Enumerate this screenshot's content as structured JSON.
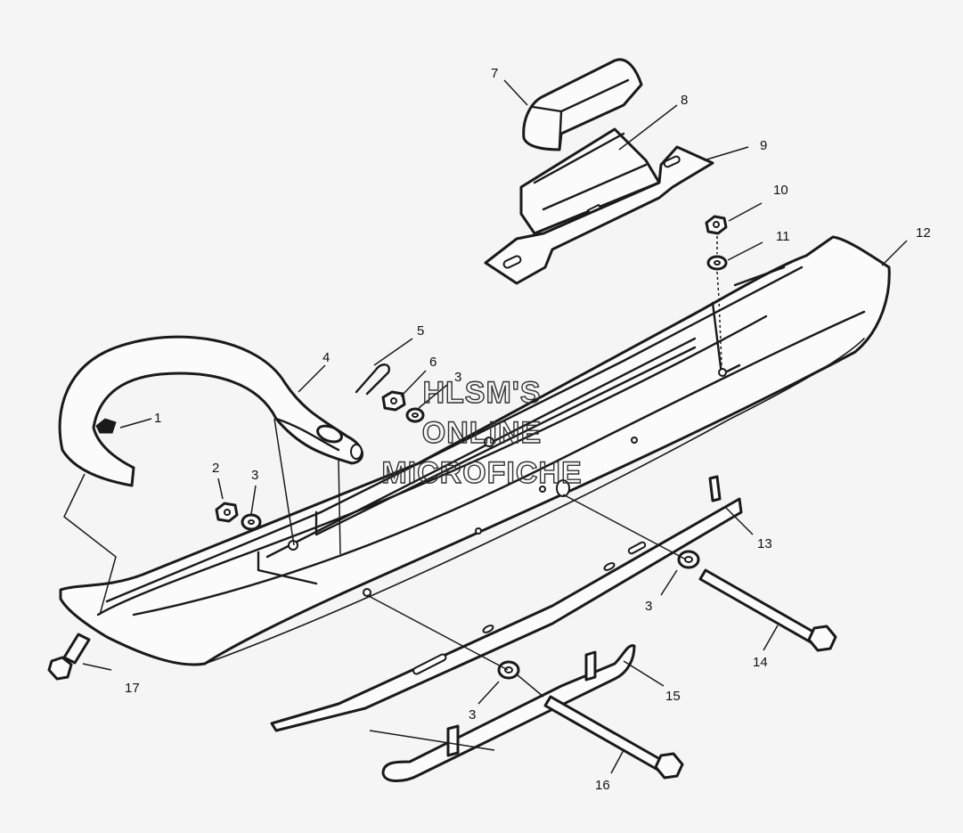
{
  "watermark": {
    "lines": [
      "HLSM'S",
      "ONLINE",
      "MICROFICHE"
    ]
  },
  "callouts": [
    {
      "id": "c1",
      "text": "1"
    },
    {
      "id": "c2",
      "text": "2"
    },
    {
      "id": "c3a",
      "text": "3"
    },
    {
      "id": "c3b",
      "text": "3"
    },
    {
      "id": "c3c",
      "text": "3"
    },
    {
      "id": "c3d",
      "text": "3"
    },
    {
      "id": "c4",
      "text": "4"
    },
    {
      "id": "c5",
      "text": "5"
    },
    {
      "id": "c6",
      "text": "6"
    },
    {
      "id": "c7",
      "text": "7"
    },
    {
      "id": "c8",
      "text": "8"
    },
    {
      "id": "c9",
      "text": "9"
    },
    {
      "id": "c10",
      "text": "10"
    },
    {
      "id": "c11",
      "text": "11"
    },
    {
      "id": "c12",
      "text": "12"
    },
    {
      "id": "c13",
      "text": "13"
    },
    {
      "id": "c14",
      "text": "14"
    },
    {
      "id": "c15",
      "text": "15"
    },
    {
      "id": "c16",
      "text": "16"
    },
    {
      "id": "c17",
      "text": "17"
    }
  ]
}
